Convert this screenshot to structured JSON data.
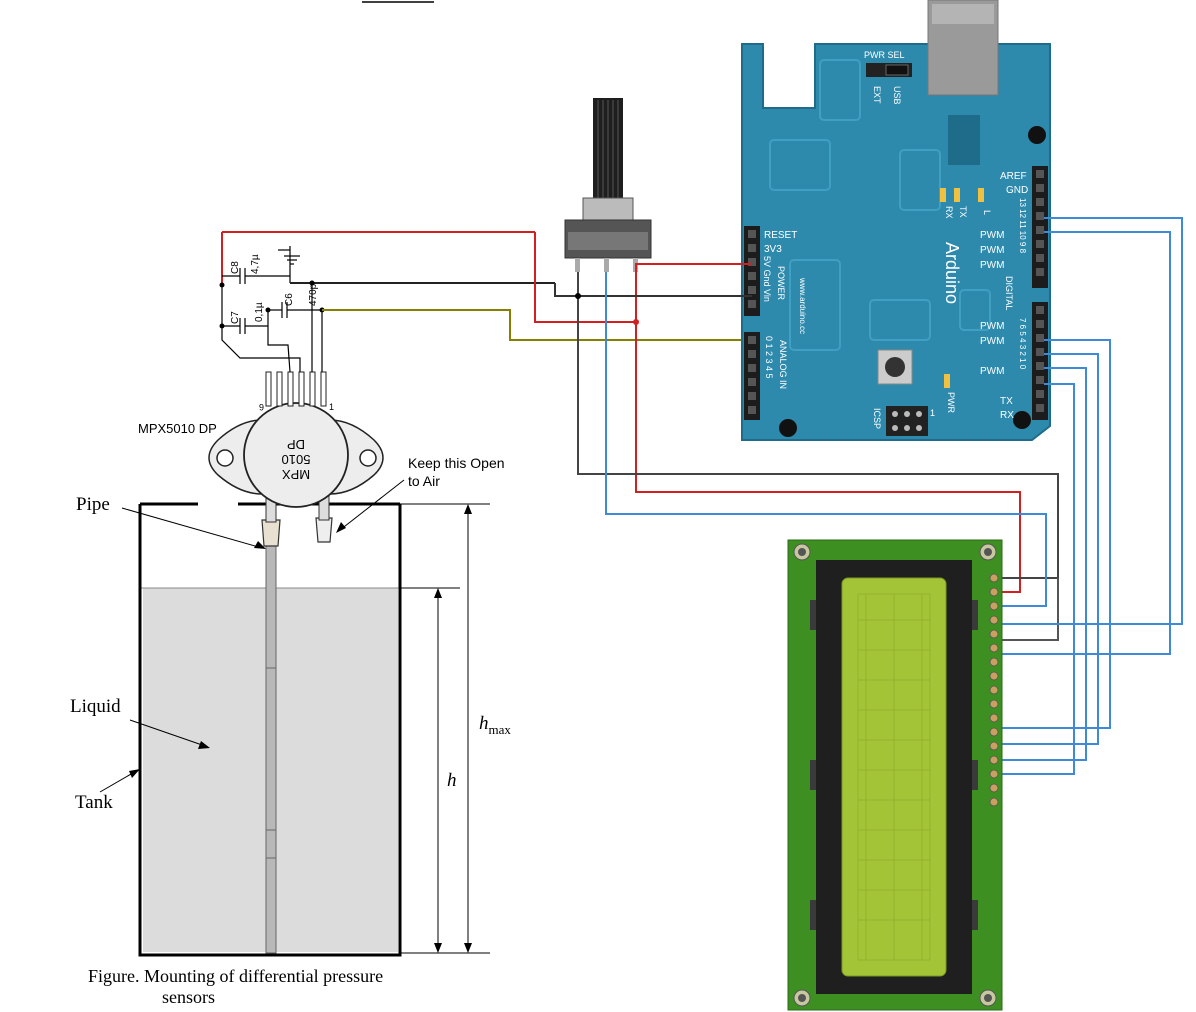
{
  "figure": {
    "caption_prefix": "Figure",
    "caption_dot": ".",
    "caption_line1": "Mounting of differential pressure",
    "caption_line2": "sensors"
  },
  "labels": {
    "pipe": "Pipe",
    "liquid": "Liquid",
    "tank": "Tank",
    "h": "h",
    "hmax_base": "h",
    "hmax_sub": "max",
    "keep_open_1": "Keep this Open",
    "keep_open_2": "to Air",
    "sensor_name": "MPX5010 DP",
    "sensor_top_1": "MPX",
    "sensor_top_2": "5010",
    "sensor_top_3": "DP",
    "pin_6": "6",
    "pin_1": "1"
  },
  "components": {
    "c8": "C8",
    "c8_val": "4,7µ",
    "c7": "C7",
    "c7_val": "0,1µ",
    "c6": "C6",
    "c6_val": "470p"
  },
  "arduino": {
    "pwr_sel": "PWR SEL",
    "ext": "EXT",
    "usb": "USB",
    "aref": "AREF",
    "gnd": "GND",
    "reset": "RESET",
    "v33": "3V3",
    "power_pins": "5V  Gnd  Vin",
    "power": "POWER",
    "analog_nums": "0  1  2  3  4  5",
    "analog_in": "ANALOG IN",
    "pwm_labels": [
      "PWM",
      "PWM",
      "PWM",
      "PWM",
      "PWM",
      "PWM"
    ],
    "tx": "TX",
    "rx": "RX",
    "led_rx": "RX",
    "led_tx": "TX",
    "led_l": "L",
    "brand": "Arduino",
    "url": "www.arduino.cc",
    "digital": "DIGITAL",
    "icsp": "ICSP",
    "pwr": "PWR",
    "icsp_1": "1",
    "digital_nums_hi": "13 12 11 10 9 8",
    "digital_nums_lo": "7 6 5 4 3 2 1 0"
  },
  "colors": {
    "arduino_board": "#2d8aad",
    "arduino_border": "#1f6c8a",
    "lcd_pcb": "#3e8f22",
    "lcd_screen": "#a4c438",
    "liquid": "#dcdcdc",
    "wire_red": "#d21f1f",
    "wire_black": "#333333",
    "wire_blue": "#3f8ad8",
    "wire_olive": "#858000",
    "wire_gray": "#555555"
  }
}
